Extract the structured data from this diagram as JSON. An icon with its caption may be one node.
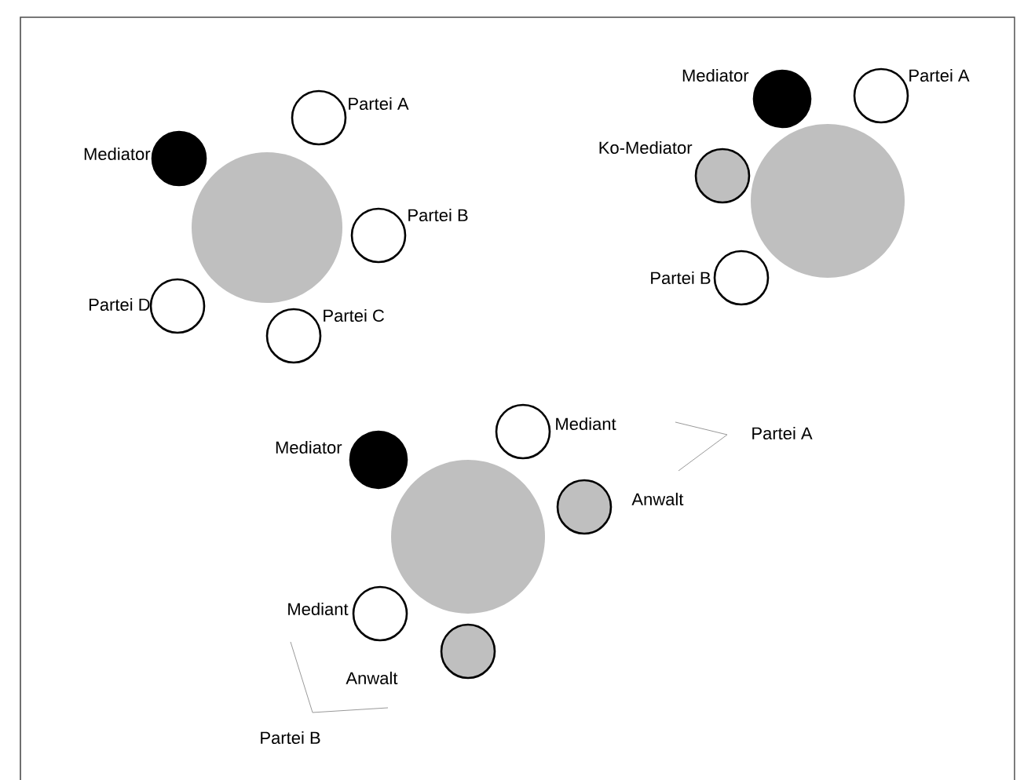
{
  "diagram": {
    "nodes": [
      {
        "text": [],
        "shape": "circle"
      },
      {
        "text": [],
        "shape": "circle",
        "beside": [
          "Mediator"
        ]
      },
      {
        "text": [],
        "shape": "circle",
        "beside": [
          "Partei A"
        ]
      },
      {
        "text": [],
        "shape": "circle",
        "beside": [
          "Partei B"
        ]
      },
      {
        "text": [],
        "shape": "circle",
        "beside": [
          "Partei D"
        ]
      },
      {
        "text": [],
        "shape": "circle",
        "beside": [
          "Partei C"
        ]
      },
      {
        "text": [],
        "shape": "circle",
        "beside": [
          "Mediator"
        ]
      },
      {
        "text": [],
        "shape": "circle",
        "beside": [
          "Partei A"
        ]
      },
      {
        "text": [],
        "shape": "circle",
        "beside": [
          "Ko-Mediator"
        ]
      },
      {
        "text": [],
        "shape": "circle"
      },
      {
        "text": [],
        "shape": "circle",
        "beside": [
          "Partei B"
        ]
      },
      {
        "text": [],
        "shape": "circle",
        "beside": [
          "Mediator"
        ]
      },
      {
        "text": [],
        "shape": "circle",
        "beside": [
          "Mediant"
        ]
      },
      {
        "text": [],
        "shape": "circle",
        "beside": [
          "Anwalt"
        ]
      },
      {
        "text": [],
        "shape": "circle"
      },
      {
        "text": [],
        "shape": "circle",
        "beside": [
          "Mediant"
        ]
      },
      {
        "text": [],
        "shape": "circle",
        "beside": [
          "Anwalt"
        ]
      }
    ],
    "labels": [
      "Partei A",
      "Partei B"
    ]
  }
}
